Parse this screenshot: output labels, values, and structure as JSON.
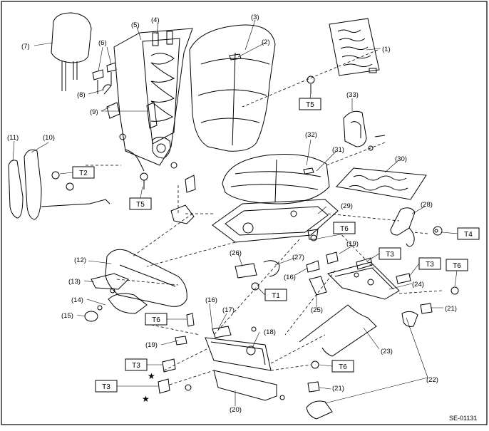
{
  "figure_id": "SE-01131",
  "callouts": [
    {
      "id": "c1",
      "label": "(1)"
    },
    {
      "id": "c2",
      "label": "(2)"
    },
    {
      "id": "c3",
      "label": "(3)"
    },
    {
      "id": "c4",
      "label": "(4)"
    },
    {
      "id": "c5",
      "label": "(5)"
    },
    {
      "id": "c6",
      "label": "(6)"
    },
    {
      "id": "c7",
      "label": "(7)"
    },
    {
      "id": "c8",
      "label": "(8)"
    },
    {
      "id": "c9",
      "label": "(9)"
    },
    {
      "id": "c10",
      "label": "(10)"
    },
    {
      "id": "c11",
      "label": "(11)"
    },
    {
      "id": "c12",
      "label": "(12)"
    },
    {
      "id": "c13",
      "label": "(13)"
    },
    {
      "id": "c14",
      "label": "(14)"
    },
    {
      "id": "c15",
      "label": "(15)"
    },
    {
      "id": "c16a",
      "label": "(16)"
    },
    {
      "id": "c16b",
      "label": "(16)"
    },
    {
      "id": "c17",
      "label": "(17)"
    },
    {
      "id": "c18",
      "label": "(18)"
    },
    {
      "id": "c19a",
      "label": "(19)"
    },
    {
      "id": "c19b",
      "label": "(19)"
    },
    {
      "id": "c20",
      "label": "(20)"
    },
    {
      "id": "c21a",
      "label": "(21)"
    },
    {
      "id": "c21b",
      "label": "(21)"
    },
    {
      "id": "c22",
      "label": "(22)"
    },
    {
      "id": "c23",
      "label": "(23)"
    },
    {
      "id": "c24",
      "label": "(24)"
    },
    {
      "id": "c25",
      "label": "(25)"
    },
    {
      "id": "c26",
      "label": "(26)"
    },
    {
      "id": "c27",
      "label": "(27)"
    },
    {
      "id": "c28",
      "label": "(28)"
    },
    {
      "id": "c29",
      "label": "(29)"
    },
    {
      "id": "c30",
      "label": "(30)"
    },
    {
      "id": "c31",
      "label": "(31)"
    },
    {
      "id": "c32",
      "label": "(32)"
    },
    {
      "id": "c33",
      "label": "(33)"
    }
  ],
  "torque_boxes": [
    {
      "id": "t5a",
      "label": "T5"
    },
    {
      "id": "t2",
      "label": "T2"
    },
    {
      "id": "t5b",
      "label": "T5"
    },
    {
      "id": "t6a",
      "label": "T6"
    },
    {
      "id": "t4",
      "label": "T4"
    },
    {
      "id": "t3a",
      "label": "T3"
    },
    {
      "id": "t3b",
      "label": "T3"
    },
    {
      "id": "t6b",
      "label": "T6"
    },
    {
      "id": "t1",
      "label": "T1"
    },
    {
      "id": "t6c",
      "label": "T6"
    },
    {
      "id": "t3c",
      "label": "T3"
    },
    {
      "id": "t6d",
      "label": "T6"
    },
    {
      "id": "t3d",
      "label": "T3"
    }
  ],
  "star_marks": [
    {
      "id": "s1",
      "symbol": "★"
    },
    {
      "id": "s2",
      "symbol": "★"
    }
  ]
}
